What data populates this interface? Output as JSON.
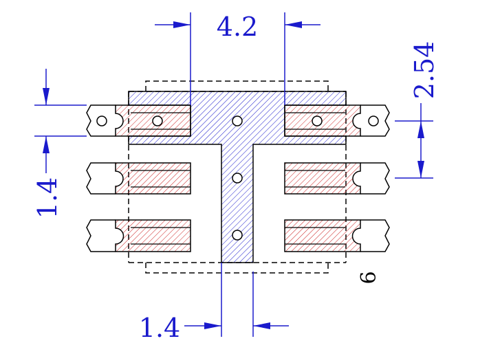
{
  "dimensions": {
    "top_width": "4.2",
    "pitch": "2.54",
    "pad_height": "1.4",
    "stem_width": "1.4"
  },
  "pin_label": "6",
  "colors": {
    "dimension": "#1a1acc",
    "outline": "#000000",
    "copper_hatch": "#1a1acc",
    "pad_hatch": "#cc2222",
    "background": "#ffffff"
  }
}
